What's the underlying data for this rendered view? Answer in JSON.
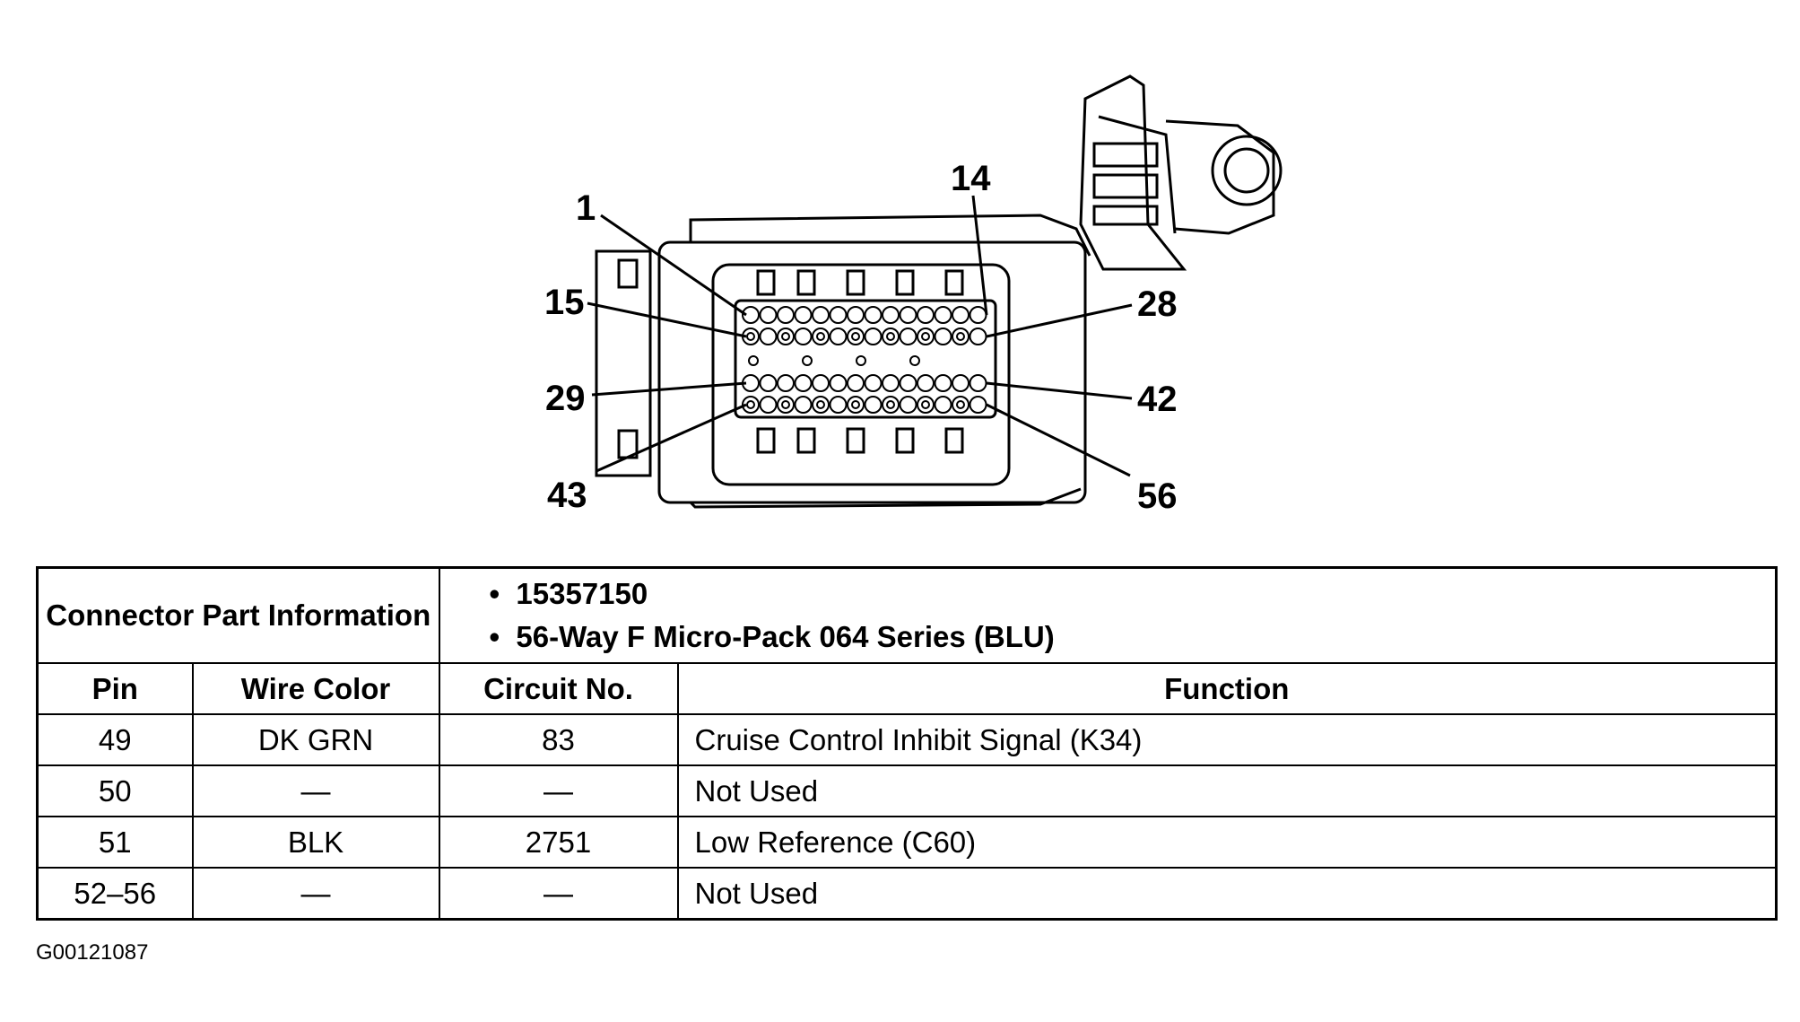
{
  "diagram": {
    "pin_callouts": [
      "1",
      "14",
      "15",
      "28",
      "29",
      "42",
      "43",
      "56"
    ]
  },
  "connector_info": {
    "label": "Connector Part Information",
    "details": [
      "15357150",
      "56-Way F Micro-Pack 064 Series (BLU)"
    ]
  },
  "table": {
    "headers": [
      "Pin",
      "Wire Color",
      "Circuit No.",
      "Function"
    ],
    "rows": [
      {
        "pin": "49",
        "wire_color": "DK GRN",
        "circuit": "83",
        "function": "Cruise Control Inhibit Signal (K34)"
      },
      {
        "pin": "50",
        "wire_color": "—",
        "circuit": "—",
        "function": "Not Used"
      },
      {
        "pin": "51",
        "wire_color": "BLK",
        "circuit": "2751",
        "function": "Low Reference (C60)"
      },
      {
        "pin": "52–56",
        "wire_color": "—",
        "circuit": "—",
        "function": "Not Used"
      }
    ]
  },
  "figure_id": "G00121087"
}
